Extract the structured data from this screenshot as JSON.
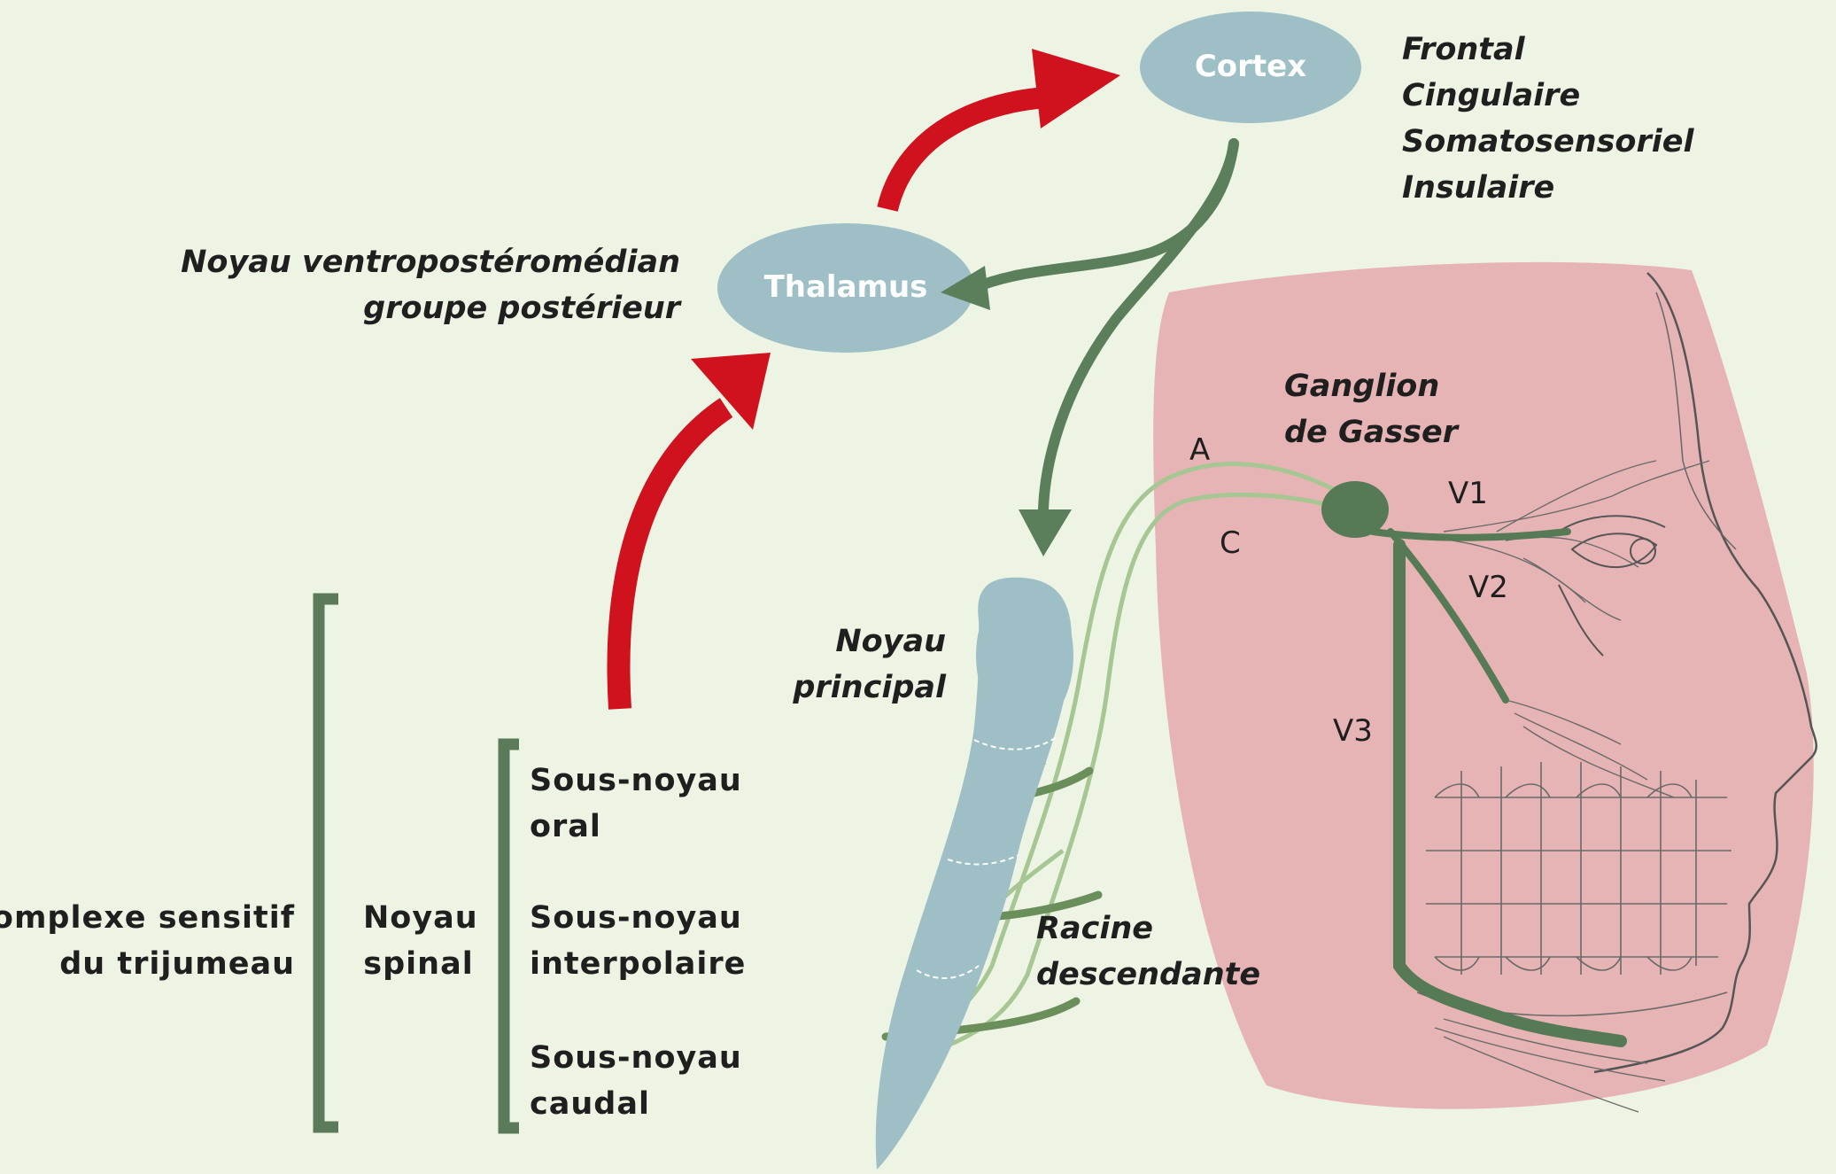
{
  "nodes": {
    "cortex": "Cortex",
    "thalamus": "Thalamus"
  },
  "cortex_regions": [
    "Frontal",
    "Cingulaire",
    "Somatosensoriel",
    "Insulaire"
  ],
  "thalamus_note": [
    "Noyau ventropostéromédian",
    "groupe postérieur"
  ],
  "noyau_principal": [
    "Noyau",
    "principal"
  ],
  "ganglion": [
    "Ganglion",
    "de Gasser"
  ],
  "fibers": {
    "a": "A",
    "c": "C"
  },
  "branches": {
    "v1": "V1",
    "v2": "V2",
    "v3": "V3"
  },
  "racine": [
    "Racine",
    "descendante"
  ],
  "complexe": [
    "Complexe sensitif",
    "du trijumeau"
  ],
  "noyau_spinal": [
    "Noyau",
    "spinal"
  ],
  "sous_noyaux": [
    [
      "Sous-noyau",
      "oral"
    ],
    [
      "Sous-noyau",
      "interpolaire"
    ],
    [
      "Sous-noyau",
      "caudal"
    ]
  ],
  "colors": {
    "background": "#eef4e4",
    "node_fill": "#9dbfc5",
    "ascending_arrow": "#d0121f",
    "descending_arrow": "#5a7f5a",
    "face": "#e6b4b4",
    "nerve_dark": "#557a55",
    "nerve_light": "#a6c794",
    "bracket": "#5a7a5a"
  }
}
